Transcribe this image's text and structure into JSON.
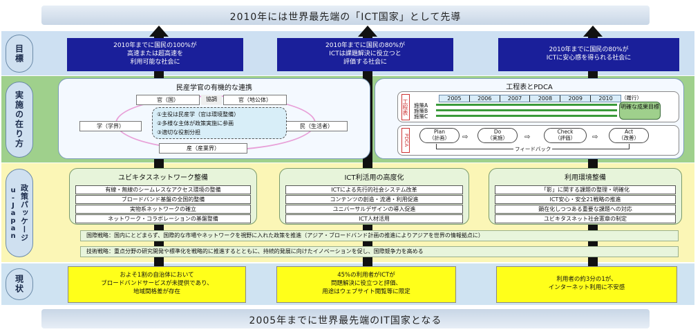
{
  "top_banner": "2010年には世界最先端の「ICT国家」として先導",
  "bottom_banner": "2005年までに世界最先端のIT国家となる",
  "rows": {
    "goal": "目標",
    "implementation": "実施の在り方",
    "package": "政策パッケージ",
    "package_title": "u-Japan",
    "current": "現状"
  },
  "goals": [
    {
      "line1": "2010年までに国民の100%が",
      "line2": "高速または超高速を",
      "line3": "利用可能な社会に"
    },
    {
      "line1": "2010年までに国民の80%が",
      "line2": "ICTは課題解決に役立つと",
      "line3": "評価する社会に"
    },
    {
      "line1": "2010年までに国民の80%が",
      "line2": "ICTに安心感を得られる社会に",
      "line3": ""
    }
  ],
  "collab": {
    "title": "民産学官の有機的な連携",
    "gov_national": "官（国）",
    "cooperation": "協調",
    "gov_local": "官（地公体）",
    "academia": "学（学界）",
    "citizen": "民（生活者）",
    "industry": "産（産業界）",
    "points": [
      "①主役は民産学（官は環境整備）",
      "②多様な主体が政策実施に参画",
      "③適切な役割分担"
    ]
  },
  "schedule": {
    "title": "工程表とPDCA",
    "table_label": "工程表",
    "years": [
      "2005",
      "2006",
      "2007",
      "2008",
      "2009",
      "2010"
    ],
    "year_tag": "（履行）",
    "measures": [
      "施策A",
      "施策B",
      "施策C"
    ],
    "goal_box": "明確な成果目標",
    "pdca_label": "PDCA",
    "pdca": [
      {
        "name": "Plan",
        "jp": "（計画）"
      },
      {
        "name": "Do",
        "jp": "（実施）"
      },
      {
        "name": "Check",
        "jp": "（評価）"
      },
      {
        "name": "Act",
        "jp": "（改善）"
      }
    ],
    "feedback": "フィードバック"
  },
  "packages": [
    {
      "title": "ユビキタスネットワーク整備",
      "items": [
        "有線・無線のシームレスなアクセス環境の整備",
        "ブロードバンド基盤の全国的整備",
        "実物系ネットワークの確立",
        "ネットワーク・コラボレーションの基盤整備"
      ]
    },
    {
      "title": "ICT利活用の高度化",
      "items": [
        "ICTによる先行的社会システム改革",
        "コンテンツの創造・流通・利用促進",
        "ユニバーサルデザインの導入促進",
        "ICT人材活用"
      ]
    },
    {
      "title": "利用環境整備",
      "items": [
        "「影」に関する課題の整理・明確化",
        "ICT安心・安全21戦略の推進",
        "顕在化しつつある重要な課題への対応",
        "ユビキタスネット社会憲章の制定"
      ]
    }
  ],
  "strategies": [
    "国際戦略：国内にとどまらず、国際的な市場やネットワークを視野に入れた政策を推進（アジア・ブロードバンド計画の推進によりアジアを世界の情報拠点に）",
    "技術戦略：重点分野の研究開発や標準化を戦略的に推進するとともに、持続的発展に向けたイノベーションを促し、国際競争力を高める"
  ],
  "current": [
    {
      "line1": "およそ1割の自治体において",
      "line2": "ブロードバンドサービスが未提供であり、",
      "line3": "地域間格差が存在"
    },
    {
      "line1": "45%の利用者がICTが",
      "line2": "問題解決に役立つと評価、",
      "line3": "用途はウェブサイト閲覧等に限定"
    },
    {
      "line1": "利用者の約3分の1が、",
      "line2": "インターネット利用に不安感",
      "line3": ""
    }
  ]
}
